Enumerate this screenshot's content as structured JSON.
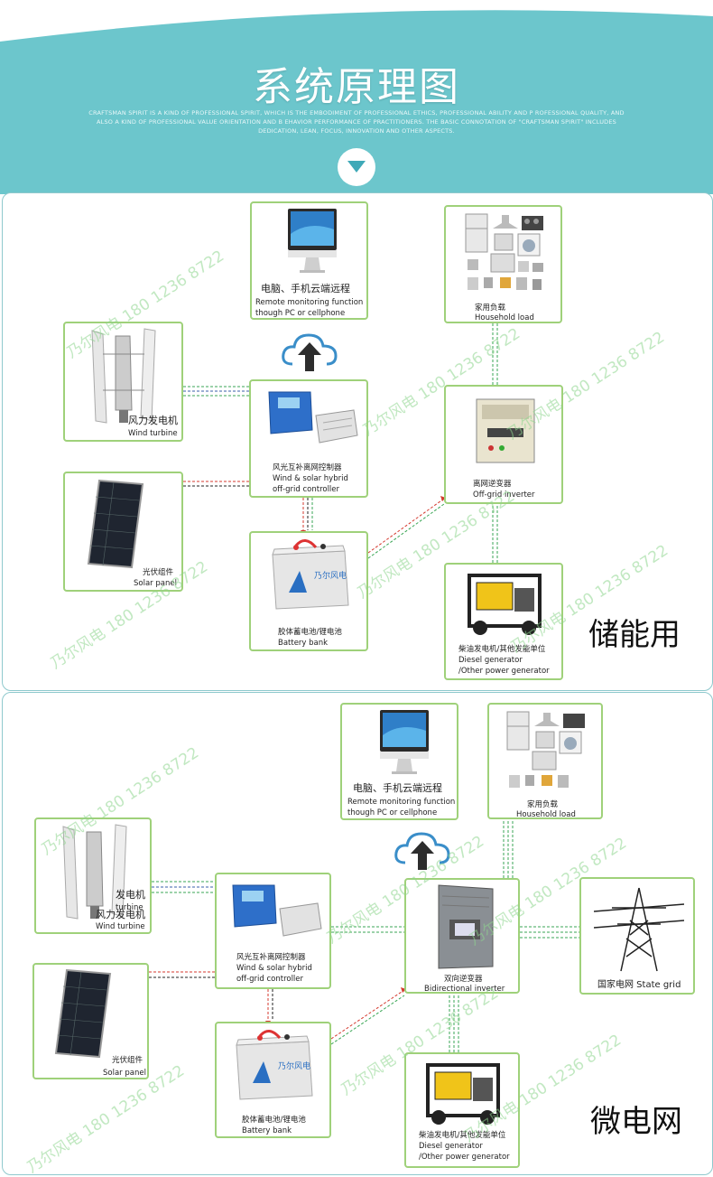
{
  "header": {
    "title": "系统原理图",
    "subtitle": "CRAFTSMAN SPIRIT IS A KIND OF PROFESSIONAL SPIRIT, WHICH IS THE EMBODIMENT OF PROFESSIONAL ETHICS, PROFESSIONAL ABILITY AND P ROFESSIONAL QUALITY, AND ALSO A KIND OF PROFESSIONAL VALUE ORIENTATION AND B EHAVIOR PERFORMANCE OF PRACTITIONERS. THE BASIC CONNOTATION OF \"CRAFTSMAN SPIRIT\" INCLUDES DEDICATION, LEAN, FOCUS, INNOVATION AND OTHER ASPECTS."
  },
  "watermark": "乃尔风电 180 1236 8722",
  "colors": {
    "header_bg": "#6cc6cc",
    "box_border": "#9fd17a",
    "line_green": "#3aa655",
    "line_red": "#d43a2f",
    "line_blue": "#3a5fa8"
  },
  "diagram1": {
    "section_label": "储能用",
    "computer": {
      "title": "电脑、手机云端远程",
      "line1": "Remote monitoring function",
      "line2": "though PC or cellphone"
    },
    "load": {
      "cn": "家用负载",
      "en": "Household load"
    },
    "wind": {
      "cn": "风力发电机",
      "en": "Wind turbine"
    },
    "controller": {
      "cn": "风光互补离网控制器",
      "en1": "Wind & solar hybrid",
      "en2": "off-grid controller"
    },
    "inverter": {
      "cn": "离网逆变器",
      "en": "Off-grid inverter"
    },
    "solar": {
      "cn": "光伏组件",
      "en": "Solar panel"
    },
    "battery": {
      "cn": "胶体蓄电池/锂电池",
      "en": "Battery bank"
    },
    "diesel": {
      "cn": "柴油发电机/其他发能单位",
      "en1": "Diesel generator",
      "en2": "/Other power generator"
    }
  },
  "diagram2": {
    "section_label": "微电网",
    "computer": {
      "title": "电脑、手机云端远程",
      "line1": "Remote monitoring function",
      "line2": "though PC or cellphone"
    },
    "load": {
      "cn": "家用负载",
      "en": "Household load"
    },
    "wind": {
      "cn_top": "发电机",
      "en_top": "turbine",
      "cn": "风力发电机",
      "en": "Wind turbine"
    },
    "controller": {
      "cn": "风光互补离网控制器",
      "en1": "Wind & solar hybrid",
      "en2": "off-grid controller"
    },
    "inverter": {
      "cn": "双向逆变器",
      "en": "Bidirectional inverter"
    },
    "grid": {
      "label": "国家电网 State grid"
    },
    "solar": {
      "cn": "光伏组件",
      "en": "Solar panel"
    },
    "battery": {
      "cn": "胶体蓄电池/锂电池",
      "en": "Battery bank"
    },
    "diesel": {
      "cn": "柴油发电机/其他发能单位",
      "en1": "Diesel generator",
      "en2": "/Other power generator"
    }
  },
  "icons": [
    "cloud-upload-icon",
    "chevron-down-icon",
    "computer-icon",
    "appliances-icon",
    "wind-turbine-icon",
    "solar-panel-icon",
    "battery-icon",
    "generator-icon",
    "inverter-icon",
    "controller-icon",
    "power-tower-icon"
  ]
}
